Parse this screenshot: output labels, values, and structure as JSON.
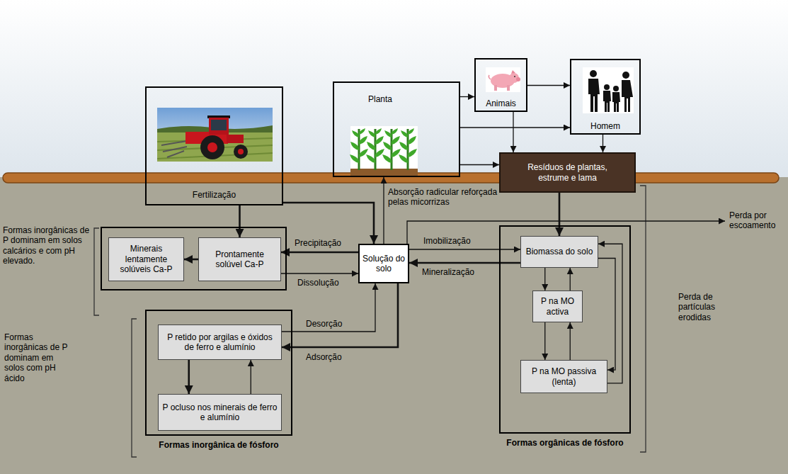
{
  "diagram": {
    "nodes": [
      {
        "text": [
          "Fertilização"
        ]
      },
      {
        "text": [
          "Planta"
        ]
      },
      {
        "text": [
          "Animais"
        ]
      },
      {
        "text": [
          "Homem"
        ]
      },
      {
        "text": [
          "Resíduos de plantas, estrume e lama"
        ]
      },
      {
        "text": [
          "Solução do solo"
        ]
      },
      {
        "text": [
          "Formas inorgânicas de P dominam em solos calcários e com pH elevado."
        ]
      },
      {
        "text": [
          "Minerais lentamente solúveis Ca-P"
        ],
        "in": 6
      },
      {
        "text": [
          "Prontamente solúvel Ca-P"
        ],
        "in": 6
      },
      {
        "text": [
          "Formas inorgânicas de P dominam em solos com pH ácido",
          "Formas inorgânica de fósforo"
        ]
      },
      {
        "text": [
          "P retido por argilas e óxidos de ferro e alumínio"
        ],
        "in": 9
      },
      {
        "text": [
          "P ocluso nos minerais de ferro e alumínio"
        ],
        "in": 9
      },
      {
        "text": [
          "Formas orgânicas de fósforo"
        ]
      },
      {
        "text": [
          "Biomassa do solo"
        ],
        "in": 12
      },
      {
        "text": [
          "P na MO activa"
        ],
        "in": 12
      },
      {
        "text": [
          "P na MO passiva (lenta)"
        ],
        "in": 12
      }
    ],
    "edges": [
      {
        "from": 0,
        "to": 5,
        "arrow": "to"
      },
      {
        "from": 0,
        "to": 8,
        "arrow": "to"
      },
      {
        "from": 5,
        "to": 1,
        "label": "Absorção radicular reforçada pelas micorrizas",
        "arrow": "to"
      },
      {
        "from": 1,
        "to": 2,
        "arrow": "to"
      },
      {
        "from": 1,
        "to": 3,
        "arrow": "to"
      },
      {
        "from": 1,
        "to": 4,
        "arrow": "to"
      },
      {
        "from": 2,
        "to": 3,
        "arrow": "to"
      },
      {
        "from": 2,
        "to": 4,
        "arrow": "to"
      },
      {
        "from": 3,
        "to": 4,
        "arrow": "to"
      },
      {
        "from": 4,
        "to": 13,
        "arrow": "to"
      },
      {
        "from": 5,
        "to": 8,
        "label": "Precipitação",
        "arrow": "to"
      },
      {
        "from": 8,
        "to": 5,
        "label": "Dissolução",
        "arrow": "to"
      },
      {
        "from": 5,
        "to": 13,
        "label": "Imobilização",
        "arrow": "to"
      },
      {
        "from": 13,
        "to": 5,
        "label": "Mineralização",
        "arrow": "to"
      },
      {
        "from": 5,
        "to": 10,
        "label": "Adsorção",
        "arrow": "to"
      },
      {
        "from": 10,
        "to": 5,
        "label": "Desorção",
        "arrow": "to"
      },
      {
        "from": 10,
        "to": 11,
        "arrow": "to"
      },
      {
        "from": 11,
        "to": 10,
        "arrow": "to"
      },
      {
        "from": 13,
        "to": 14,
        "arrow": "to"
      },
      {
        "from": 14,
        "to": 13,
        "arrow": "to"
      },
      {
        "from": 14,
        "to": 15,
        "arrow": "to"
      },
      {
        "from": 15,
        "to": 14,
        "arrow": "to"
      },
      {
        "from": 13,
        "to": 15,
        "arrow": "to"
      },
      {
        "from": 15,
        "to": 13,
        "arrow": "to"
      },
      {
        "from": 8,
        "to": 7,
        "arrow": "to"
      }
    ],
    "labels": [
      "Perda por escoamento",
      "Perda de partículas erodidas"
    ]
  }
}
